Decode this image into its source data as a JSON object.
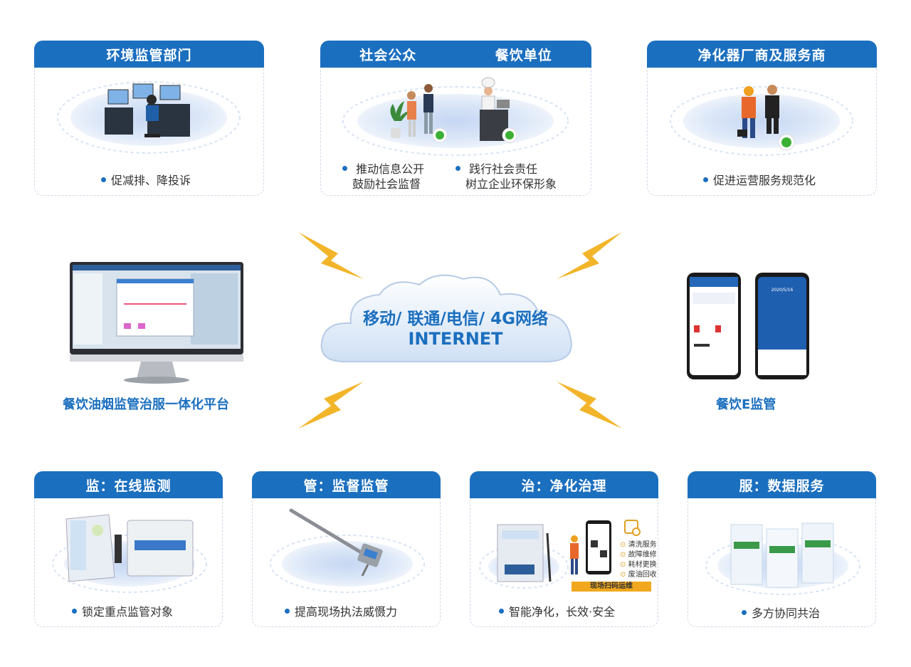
{
  "top_cards": [
    {
      "tab": "环境监管部门",
      "bullets": [
        "促减排、降投诉"
      ]
    },
    {
      "tabs": [
        "社会公众",
        "餐饮单位"
      ],
      "bullets": [
        [
          "推动信息公开",
          "鼓励社会监督"
        ],
        [
          "践行社会责任",
          "树立企业环保形象"
        ]
      ]
    },
    {
      "tab": "净化器厂商及服务商",
      "bullets": [
        "促进运营服务规范化"
      ]
    }
  ],
  "center": {
    "line1": "移动/ 联通/电信/ 4G网络",
    "line2": "INTERNET"
  },
  "platform": {
    "label": "餐饮油烟监管治服一体化平台"
  },
  "app": {
    "label": "餐饮E监管",
    "date": "2020/5/16"
  },
  "bottom_cards": [
    {
      "tab": "监：在线监测",
      "bullet": "锁定重点监管对象"
    },
    {
      "tab": "管：监督监管",
      "bullet": "提高现场执法威慑力"
    },
    {
      "tab": "治：净化治理",
      "bullet": "智能净化，长效·安全",
      "services": [
        "清洗服务",
        "故障维修",
        "耗材更换",
        "废油回收"
      ],
      "scan": "现场扫码运维"
    },
    {
      "tab": "服：数据服务",
      "bullet": "多方协同共治"
    }
  ],
  "colors": {
    "primary": "#1b6fbf",
    "bolt": "#f2b52a",
    "ellipse": "#dbe6f7"
  }
}
